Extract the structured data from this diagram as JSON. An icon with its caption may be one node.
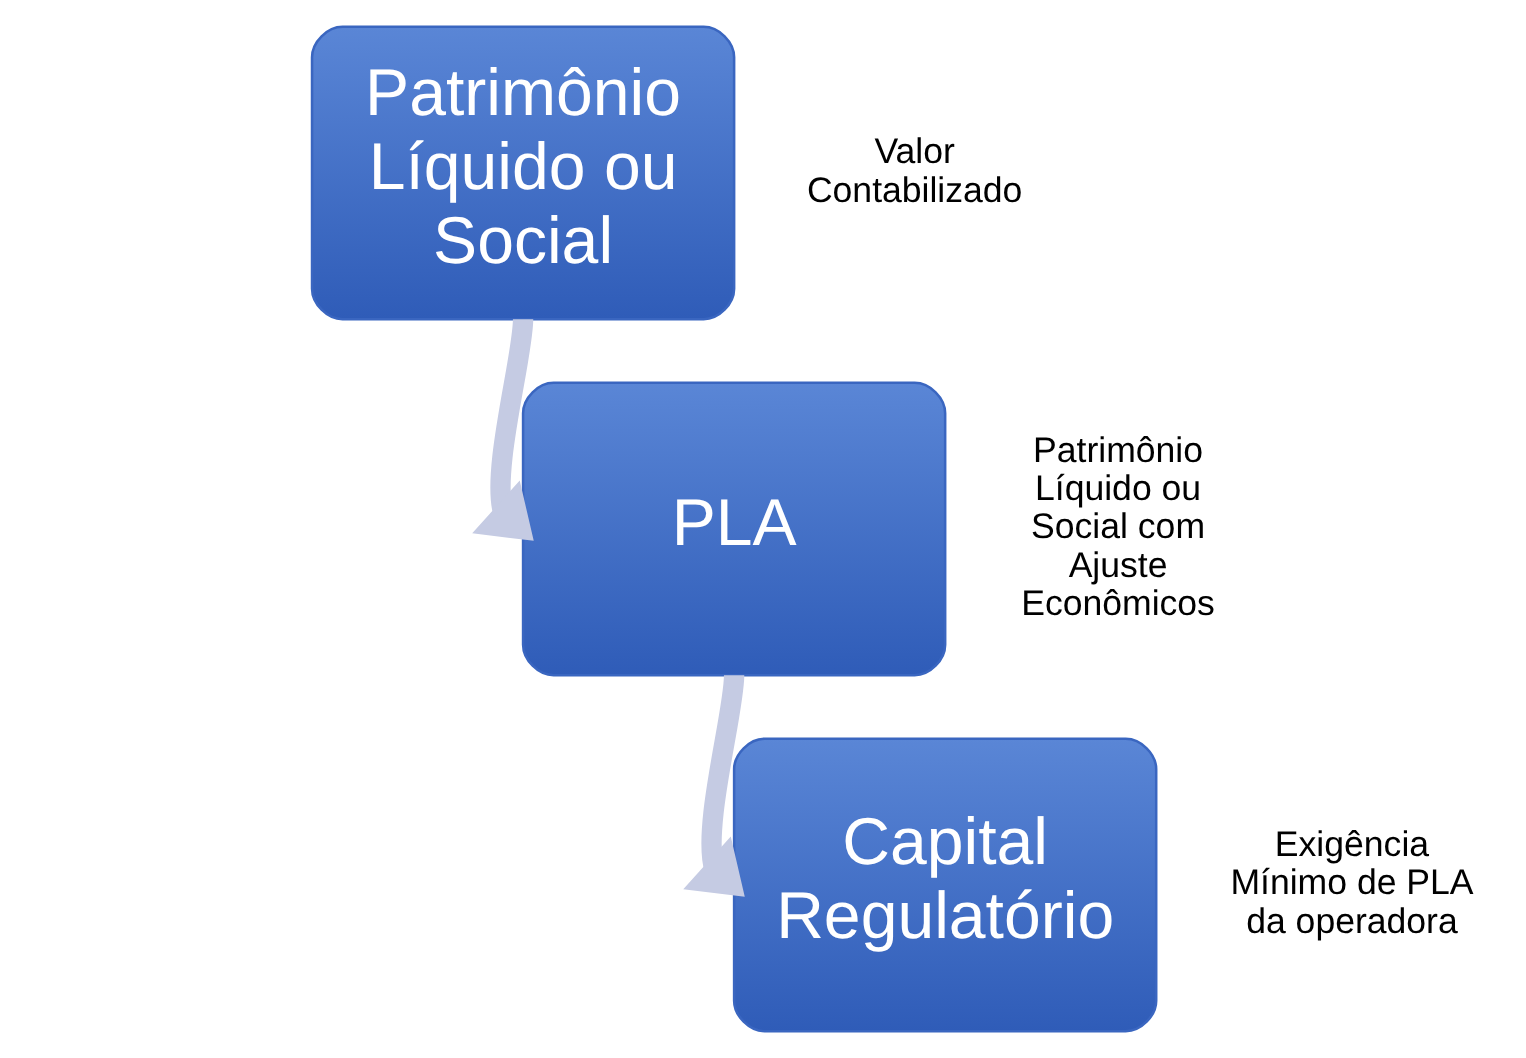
{
  "diagram": {
    "nodes": [
      {
        "text": [
          "Patrimônio Líquido ou Social"
        ],
        "beside": [
          "Valor Contabilizado"
        ]
      },
      {
        "text": [
          "PLA"
        ],
        "beside": [
          "Patrimônio Líquido ou Social com Ajuste Econômicos"
        ]
      },
      {
        "text": [
          "Capital Regulatório"
        ],
        "beside": [
          "Exigência Mínimo de PLA da operadora"
        ]
      }
    ],
    "edges": [
      {
        "from": 0,
        "to": 1,
        "arrow": "to"
      },
      {
        "from": 1,
        "to": 2,
        "arrow": "to"
      }
    ]
  }
}
